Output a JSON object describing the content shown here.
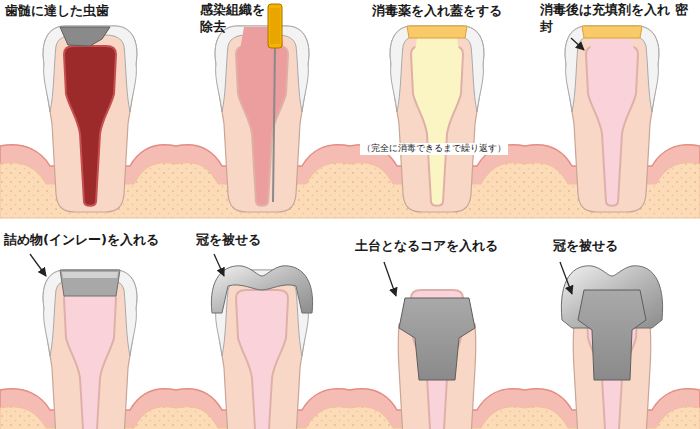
{
  "diagram": {
    "labels": [
      "歯髄に達した虫歯",
      "感染組織を 除去",
      "消毒薬を入れ蓋をする",
      "（完全に消毒できるまで繰り返す）",
      "消毒後は充填剤を入れ 密封",
      "詰め物(インレー)を入れる",
      "冠を被せる",
      "土台となるコアを入れる",
      "冠を被せる"
    ]
  }
}
